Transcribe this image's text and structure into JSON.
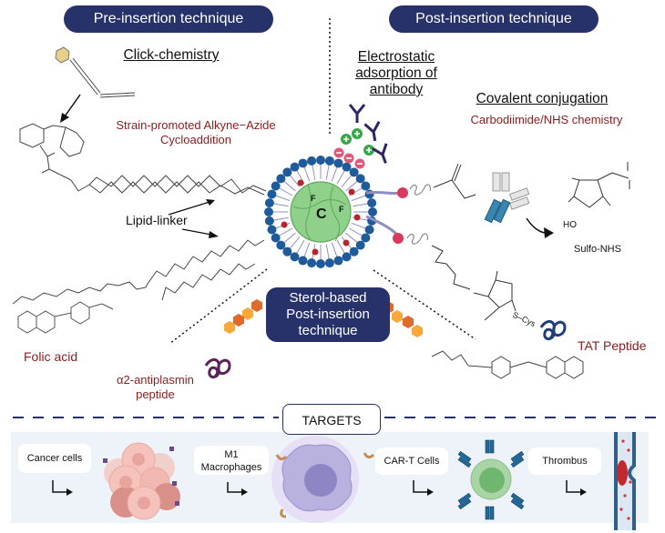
{
  "headers": {
    "pre_insertion": "Pre-insertion technique",
    "post_insertion": "Post-insertion technique",
    "sterol_line1": "Sterol-based",
    "sterol_line2": "Post-insertion",
    "sterol_line3": "technique"
  },
  "left": {
    "click_chemistry": "Click-chemistry",
    "spaac_line1": "Strain-promoted Alkyne−Azide",
    "spaac_line2": "Cycloaddition",
    "lipid_linker": "Lipid-linker",
    "folic_acid": "Folic acid",
    "antiplasmin_line1": "α2-antiplasmin",
    "antiplasmin_line2": "peptide"
  },
  "right": {
    "electrostatic_line1": "Electrostatic",
    "electrostatic_line2": "adsorption of",
    "electrostatic_line3": "antibody",
    "covalent": "Covalent conjugation",
    "carbodiimide": "Carbodiimide/NHS chemistry",
    "sulfo_nhs": "Sulfo-NHS",
    "tat_peptide": "TAT Peptide",
    "s_cys": "S–Cys",
    "ho": "HO"
  },
  "particle": {
    "core_label": "C",
    "f_label_1": "F",
    "f_label_2": "F"
  },
  "targets": {
    "title": "TARGETS",
    "items": [
      {
        "label": "Cancer cells"
      },
      {
        "label_line1": "M1",
        "label_line2": "Macrophages"
      },
      {
        "label": "CAR-T Cells"
      },
      {
        "label": "Thrombus"
      }
    ]
  },
  "colors": {
    "navy": "#27326b",
    "dark_red_text": "#8b1c1c",
    "lipid_head_blue": "#1f5a9a",
    "core_green": "#8fd08a",
    "charge_green": "#3aa64a",
    "charge_pink": "#e0577a",
    "hexagon_orange": "#f29a2e",
    "peptide_purple": "#5a2357",
    "tat_blue": "#1f3f7a"
  }
}
